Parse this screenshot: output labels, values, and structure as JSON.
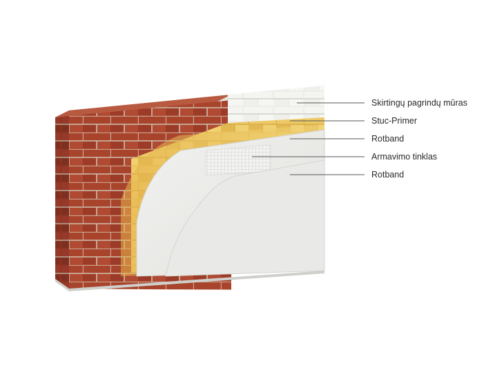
{
  "diagram": {
    "labels": [
      "Skirtingų pagrindų mūras",
      "Stuc-Primer",
      "Rotband",
      "Armavimo tinklas",
      "Rotband"
    ],
    "colors": {
      "brick": "#a8432c",
      "mortar": "#c9b8a6",
      "primer": "#e6b64f",
      "primer_light": "#f0d277",
      "plaster": "#e8e8e6",
      "mesh": "#d6d6d6",
      "white_block": "#f2f2ef",
      "leader": "#555555"
    }
  }
}
